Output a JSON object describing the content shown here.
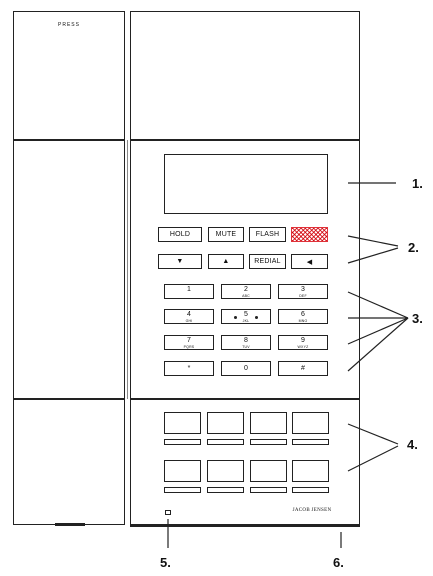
{
  "handset": {
    "press_label": "PRESS"
  },
  "function_keys": [
    "HOLD",
    "MUTE",
    "FLASH"
  ],
  "nav_keys": [
    {
      "icon": "triangle-down-icon",
      "glyph": "▼"
    },
    {
      "icon": "triangle-up-icon",
      "glyph": "▲"
    },
    {
      "label": "REDIAL"
    },
    {
      "icon": "speaker-icon",
      "glyph": "◀"
    }
  ],
  "keypad": [
    {
      "digit": "1",
      "sub": ""
    },
    {
      "digit": "2",
      "sub": "ABC"
    },
    {
      "digit": "3",
      "sub": "DEF"
    },
    {
      "digit": "4",
      "sub": "GHI"
    },
    {
      "digit": "5",
      "sub": "JKL"
    },
    {
      "digit": "6",
      "sub": "MNO"
    },
    {
      "digit": "7",
      "sub": "PQRS"
    },
    {
      "digit": "8",
      "sub": "TUV"
    },
    {
      "digit": "9",
      "sub": "WXYZ"
    },
    {
      "digit": "*",
      "sub": ""
    },
    {
      "digit": "0",
      "sub": ""
    },
    {
      "digit": "#",
      "sub": ""
    }
  ],
  "brand": "JACOB JENSEN",
  "callouts": [
    "1.",
    "2.",
    "3.",
    "4.",
    "5.",
    "6."
  ],
  "colors": {
    "accent_red": "#e0323a",
    "line": "#222222"
  }
}
